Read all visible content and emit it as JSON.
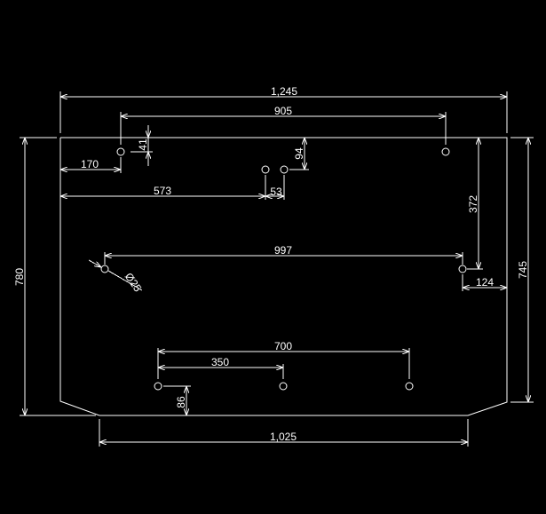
{
  "colors": {
    "background": "#000000",
    "linework": "#ffffff"
  },
  "dimensions": {
    "overall_width": "1,245",
    "top_holes_spacing": "905",
    "top_hole_depth": "41",
    "top_left_hole_offset": "170",
    "hole_pair_offset": "573",
    "hole_pair_spacing": "53",
    "hole_pair_depth": "94",
    "right_hole_depth": "372",
    "middle_holes_spacing": "997",
    "hole_diameter": "Ø25",
    "right_hole_offset": "124",
    "overall_height": "780",
    "side_height": "745",
    "bottom_holes_spacing": "700",
    "bottom_half_spacing": "350",
    "bottom_hole_height": "86",
    "bottom_width": "1,025"
  }
}
